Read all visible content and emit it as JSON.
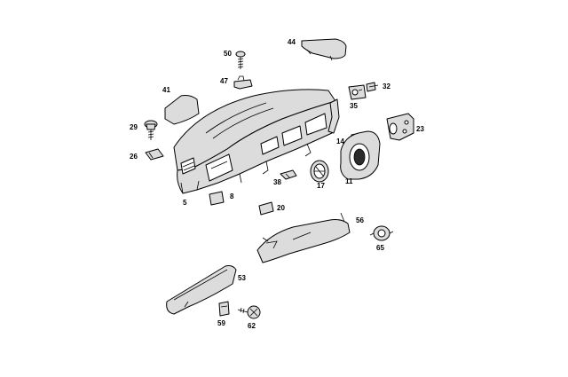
{
  "diagram": {
    "parts": [
      {
        "id": "p44",
        "label": "44"
      },
      {
        "id": "p50",
        "label": "50"
      },
      {
        "id": "p47",
        "label": "47"
      },
      {
        "id": "p41",
        "label": "41"
      },
      {
        "id": "p32",
        "label": "32"
      },
      {
        "id": "p35",
        "label": "35"
      },
      {
        "id": "p29",
        "label": "29"
      },
      {
        "id": "p26",
        "label": "26"
      },
      {
        "id": "p23",
        "label": "23"
      },
      {
        "id": "p14",
        "label": "14"
      },
      {
        "id": "p5",
        "label": "5"
      },
      {
        "id": "p8",
        "label": "8"
      },
      {
        "id": "p38",
        "label": "38"
      },
      {
        "id": "p17",
        "label": "17"
      },
      {
        "id": "p11",
        "label": "11"
      },
      {
        "id": "p20",
        "label": "20"
      },
      {
        "id": "p56",
        "label": "56"
      },
      {
        "id": "p65",
        "label": "65"
      },
      {
        "id": "p53",
        "label": "53"
      },
      {
        "id": "p59",
        "label": "59"
      },
      {
        "id": "p62",
        "label": "62"
      }
    ]
  }
}
